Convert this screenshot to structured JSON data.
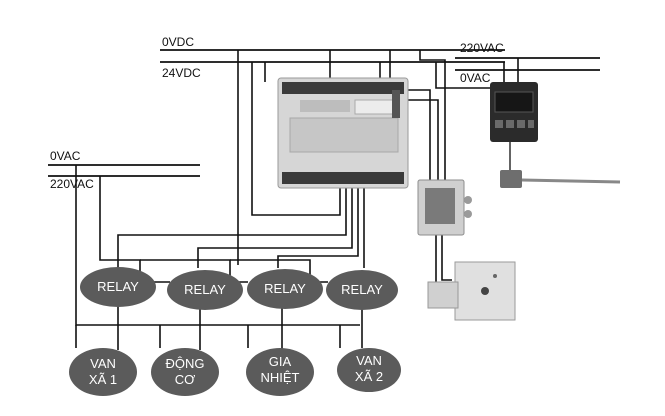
{
  "rails": {
    "dc_0v": "0VDC",
    "dc_24v": "24VDC",
    "ac_220_right": "220VAC",
    "ac_0_right": "0VAC",
    "ac_0_left": "0VAC",
    "ac_220_left": "220VAC"
  },
  "relays": [
    {
      "label": "RELAY"
    },
    {
      "label": "RELAY"
    },
    {
      "label": "RELAY"
    },
    {
      "label": "RELAY"
    }
  ],
  "loads": [
    {
      "line1": "VAN",
      "line2": "XÃ 1"
    },
    {
      "line1": "ĐỘNG",
      "line2": "CƠ"
    },
    {
      "line1": "GIA",
      "line2": "NHIỆT"
    },
    {
      "line1": "VAN",
      "line2": "XÃ 2"
    }
  ],
  "colors": {
    "node_fill": "#5b5b5b",
    "wire": "#111111",
    "plc_body": "#d6d6d6",
    "controller_body": "#2b2b2b"
  }
}
